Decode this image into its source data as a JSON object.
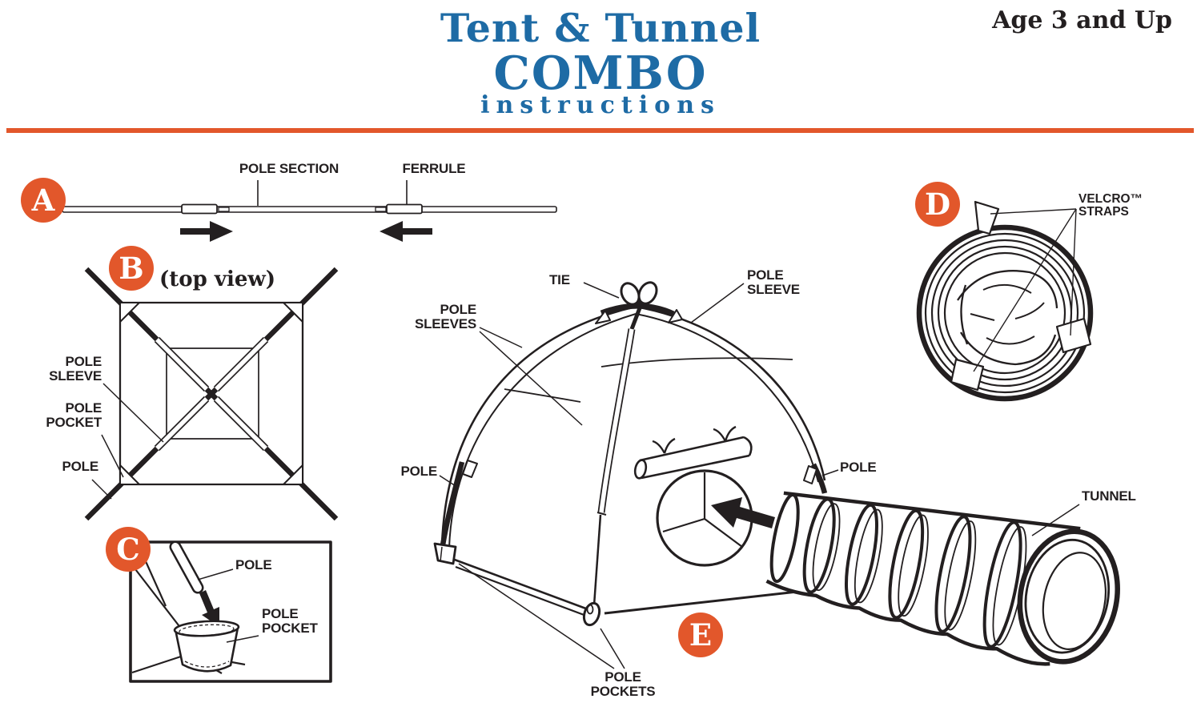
{
  "header": {
    "title_line1": "Tent & Tunnel",
    "title_line2": "COMBO",
    "title_line3": "instructions",
    "age_note": "Age 3 and Up"
  },
  "colors": {
    "accent_orange": "#E2572B",
    "title_blue": "#1E6BA5",
    "ink": "#231F20",
    "paper": "#FFFFFF"
  },
  "badges": {
    "a": "A",
    "b": "B",
    "c": "C",
    "d": "D",
    "e": "E"
  },
  "section_a": {
    "pole_section_label": "POLE SECTION",
    "ferrule_label": "FERRULE"
  },
  "section_b": {
    "caption": "(top view)",
    "pole_sleeve": [
      "POLE",
      "SLEEVE"
    ],
    "pole_pocket": [
      "POLE",
      "POCKET"
    ],
    "pole_label": "POLE"
  },
  "section_c": {
    "pole_label": "POLE",
    "pole_pocket": [
      "POLE",
      "POCKET"
    ]
  },
  "section_d": {
    "velcro_straps": [
      "VELCRO™",
      "STRAPS"
    ]
  },
  "section_e": {
    "tie_label": "TIE",
    "pole_sleeve": [
      "POLE",
      "SLEEVE"
    ],
    "pole_sleeves": [
      "POLE",
      "SLEEVES"
    ],
    "pole_left_label": "POLE",
    "pole_right_label": "POLE",
    "tunnel_label": "TUNNEL",
    "pole_pockets": [
      "POLE",
      "POCKETS"
    ]
  }
}
